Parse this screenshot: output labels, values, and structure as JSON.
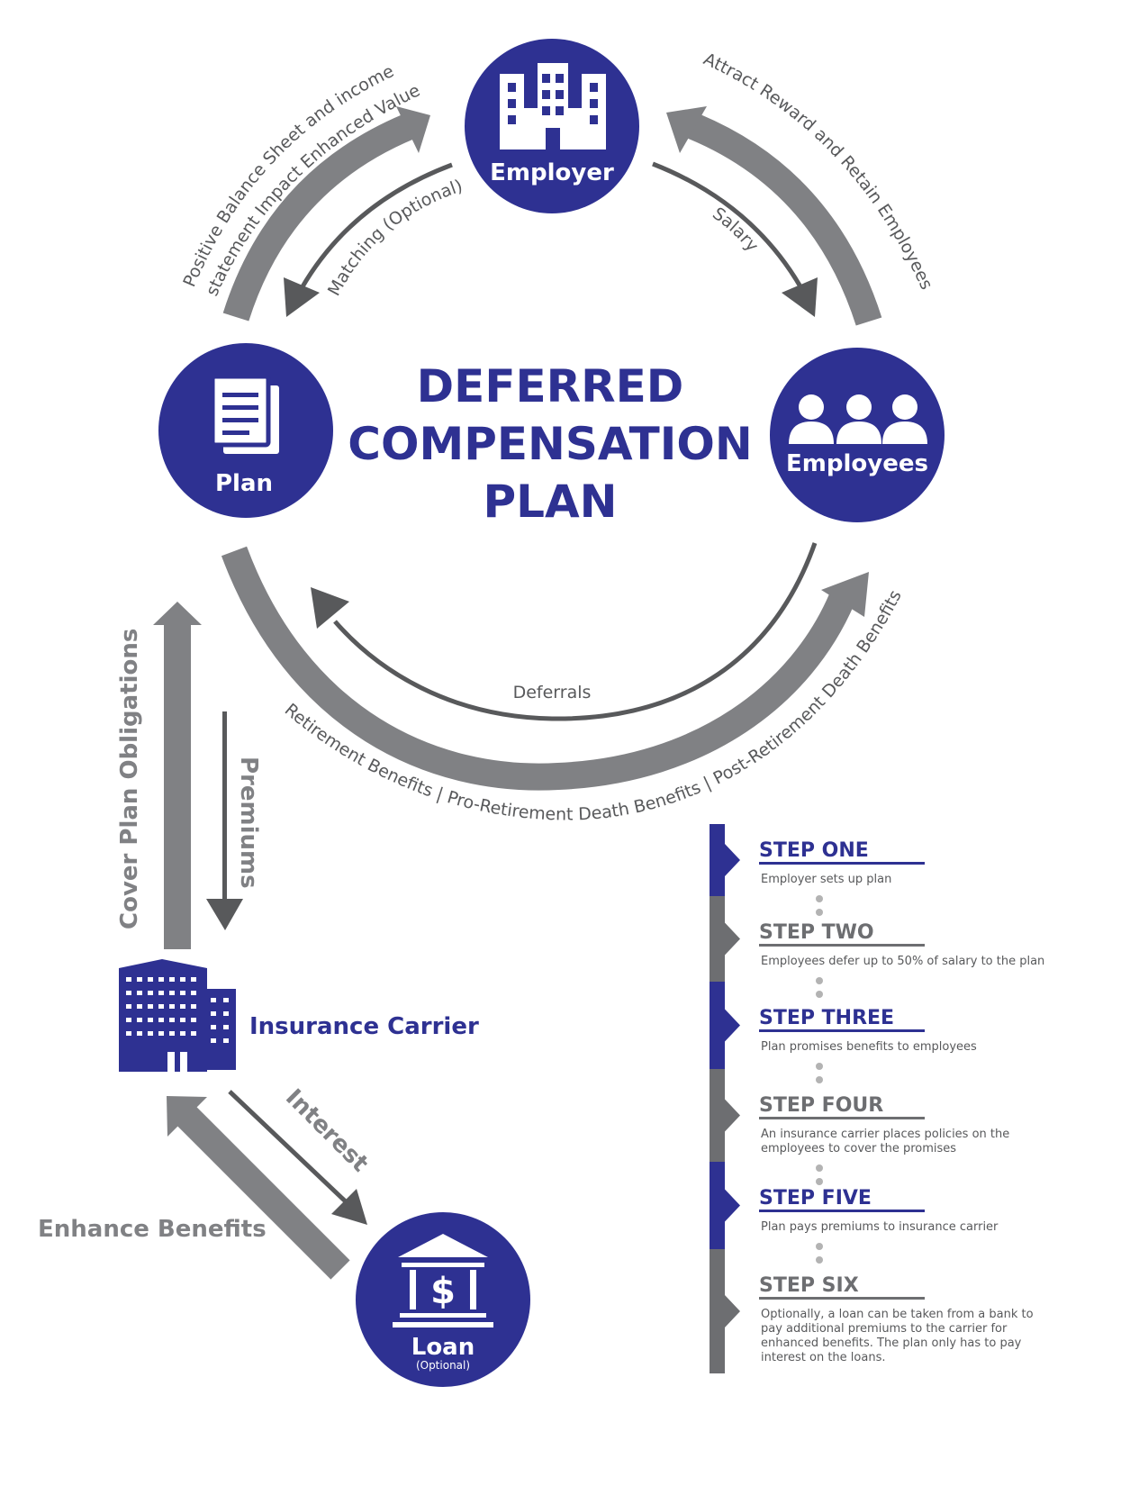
{
  "title": {
    "line1": "DEFERRED",
    "line2": "COMPENSATION",
    "line3": "PLAN"
  },
  "nodes": {
    "employer": "Employer",
    "plan": "Plan",
    "employees": "Employees",
    "insurance_carrier": "Insurance Carrier",
    "loan": "Loan",
    "loan_note": "(Optional)"
  },
  "flows": {
    "positive_line1": "Positive Balance Sheet and income",
    "positive_line2": "statement Impact Enhanced Value",
    "matching": "Matching (Optional)",
    "attract": "Attract Reward and Retain Employees",
    "salary": "Salary",
    "deferrals": "Deferrals",
    "benefits": "Retirement Benefits | Pro-Retirement Death Benefits | Post-Retirement Death Benefits",
    "cover": "Cover Plan Obligations",
    "premiums": "Premiums",
    "interest": "Interest",
    "enhance": "Enhance Benefits"
  },
  "steps": [
    {
      "title": "STEP ONE",
      "desc": [
        "Employer sets up plan"
      ],
      "color": "#2e3192"
    },
    {
      "title": "STEP TWO",
      "desc": [
        "Employees defer up to 50% of salary to the plan"
      ],
      "color": "#6d6e71"
    },
    {
      "title": "STEP THREE",
      "desc": [
        "Plan promises benefits to employees"
      ],
      "color": "#2e3192"
    },
    {
      "title": "STEP FOUR",
      "desc": [
        "An insurance carrier places policies on the",
        "employees to cover the promises"
      ],
      "color": "#6d6e71"
    },
    {
      "title": "STEP FIVE",
      "desc": [
        "Plan pays premiums to insurance carrier"
      ],
      "color": "#2e3192"
    },
    {
      "title": "STEP SIX",
      "desc": [
        "Optionally, a loan can be taken from a bank to",
        "pay additional premiums to the carrier for",
        "enhanced benefits. The plan only has to pay",
        "interest on the loans."
      ],
      "color": "#6d6e71"
    }
  ],
  "colors": {
    "navy": "#2e3192",
    "gray": "#808184",
    "dark_gray": "#58595b"
  }
}
